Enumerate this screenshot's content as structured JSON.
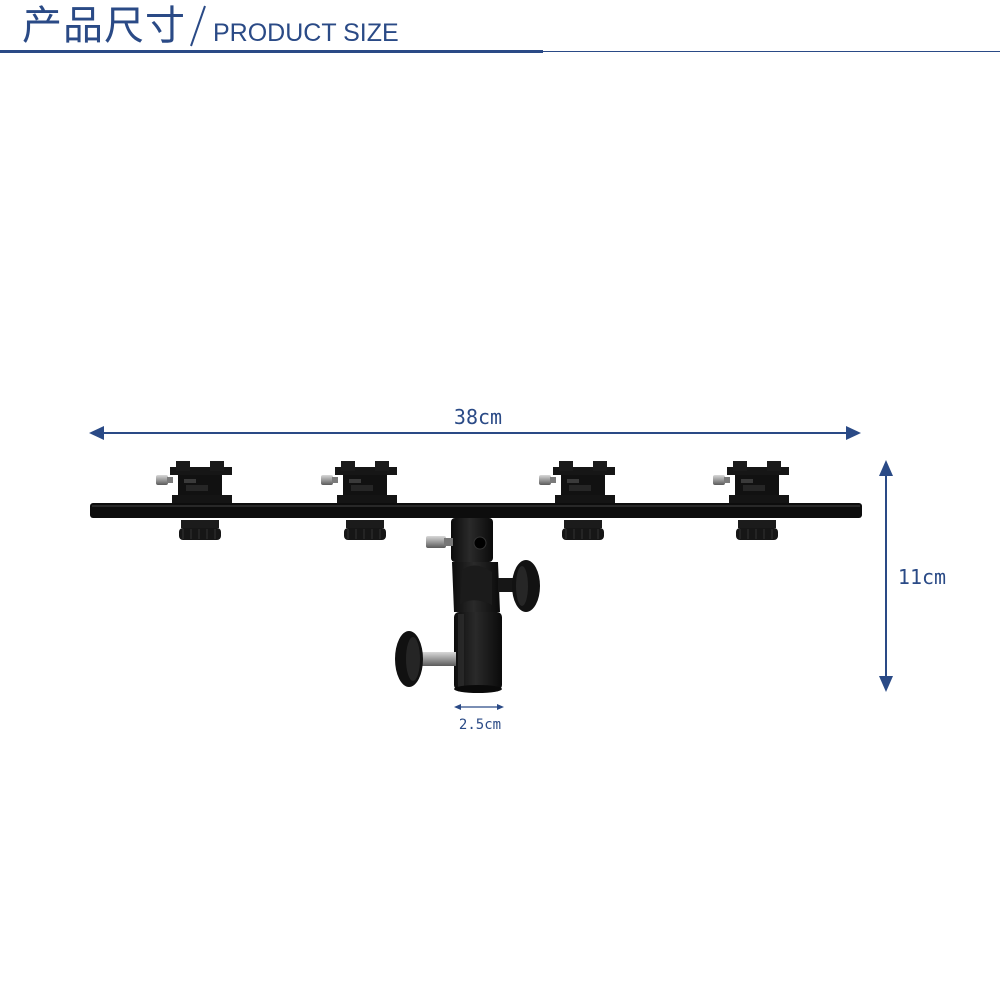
{
  "header": {
    "title_cn": "产品尺寸",
    "title_en": "PRODUCT SIZE",
    "accent_color": "#2a4a86"
  },
  "dimensions": {
    "width_label": "38cm",
    "height_label": "11cm",
    "mount_label": "2.5cm"
  },
  "product": {
    "image": "four-head hot-shoe flash bracket",
    "shoe_mounts": 4,
    "color": "#111111"
  }
}
